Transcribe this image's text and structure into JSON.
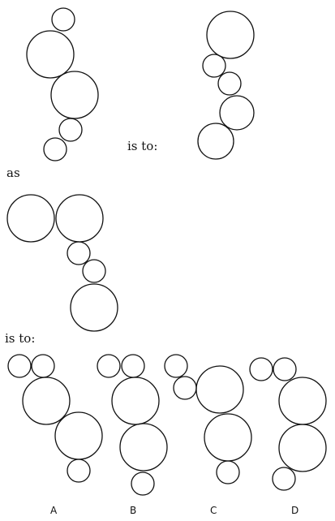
{
  "text": {
    "is_to_1": "is to:",
    "as": "as",
    "is_to_2": "is to:"
  },
  "options": {
    "a": "A",
    "b": "B",
    "c": "C",
    "d": "D"
  }
}
